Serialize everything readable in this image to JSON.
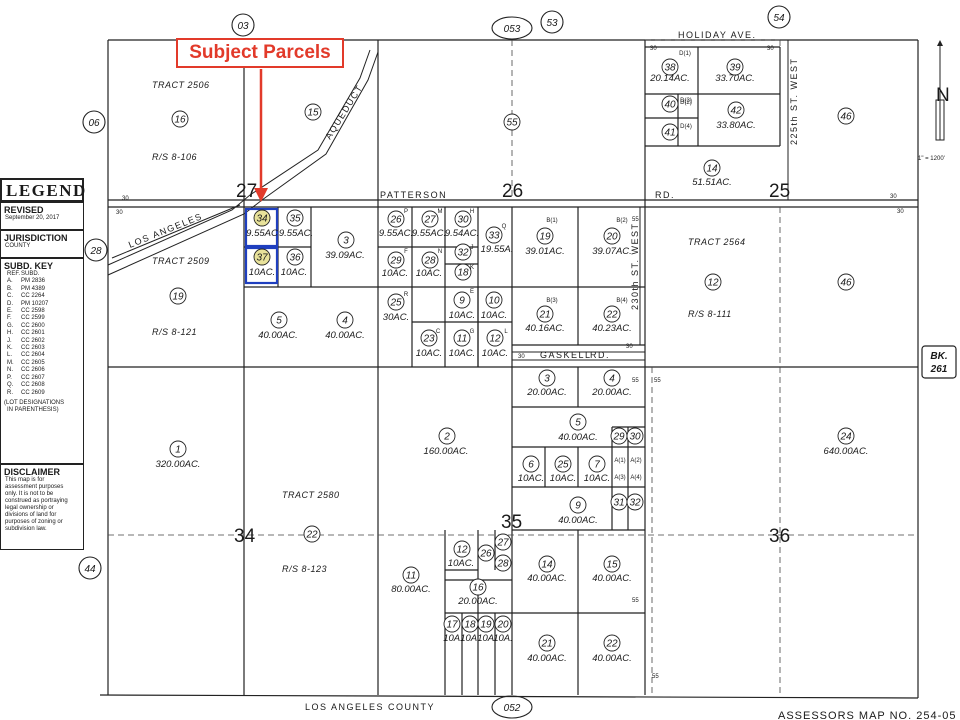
{
  "callout": "Subject Parcels",
  "legend": {
    "title": "LEGEND",
    "revised_label": "REVISED",
    "revised_date": "September 20, 2017",
    "jurisdiction_label": "JURISDICTION",
    "jurisdiction_value": "COUNTY",
    "subd_label": "SUBD. KEY",
    "ref_header": "REF.",
    "subd_header": "SUBD.",
    "keys": [
      {
        "k": "A.",
        "v": "PM 2836"
      },
      {
        "k": "B.",
        "v": "PM 4389"
      },
      {
        "k": "C.",
        "v": "CC 2264"
      },
      {
        "k": "D.",
        "v": "PM 10207"
      },
      {
        "k": "E.",
        "v": "CC 2598"
      },
      {
        "k": "F.",
        "v": "CC 2599"
      },
      {
        "k": "G.",
        "v": "CC 2600"
      },
      {
        "k": "H.",
        "v": "CC 2601"
      },
      {
        "k": "J.",
        "v": "CC 2602"
      },
      {
        "k": "K.",
        "v": "CC 2603"
      },
      {
        "k": "L.",
        "v": "CC 2604"
      },
      {
        "k": "M.",
        "v": "CC 2605"
      },
      {
        "k": "N.",
        "v": "CC 2606"
      },
      {
        "k": "P.",
        "v": "CC 2607"
      },
      {
        "k": "Q.",
        "v": "CC 2608"
      },
      {
        "k": "R.",
        "v": "CC 2609"
      }
    ],
    "lot_note_1": "(LOT DESIGNATIONS",
    "lot_note_2": "IN PARENTHESIS)",
    "disclaimer_label": "DISCLAIMER",
    "disclaimer_lines": [
      "This map is for",
      "assessment purposes",
      "only. It is not to be",
      "construed as portraying",
      "legal ownership or",
      "divisions of land for",
      "purposes of zoning or",
      "subdivision law."
    ]
  },
  "map": {
    "page_refs": {
      "top_left": "03",
      "top_mid": "053",
      "top_mid2": "53",
      "top_right": "54",
      "left_top": "06",
      "left_mid": "28",
      "left_bottom": "44",
      "bottom_mid": "052"
    },
    "bk": {
      "line1": "BK.",
      "line2": "261"
    },
    "sections": {
      "s27": "27",
      "s26": "26",
      "s25": "25",
      "s34": "34",
      "s35": "35",
      "s36": "36"
    },
    "roads": {
      "patterson": "PATTERSON",
      "rd": "RD.",
      "holiday": "HOLIDAY  AVE.",
      "gaskell": "GASKELL",
      "gaskell_rd": "RD.",
      "st225": "225th  ST.  WEST",
      "st230": "230th  ST.  WEST",
      "los_angeles": "LOS   ANGELES",
      "aqueduct": "AQUEDUCT"
    },
    "tracts": {
      "t2506": "TRACT  2506",
      "t2509": "TRACT  2509",
      "t2580": "TRACT  2580",
      "t2564": "TRACT  2564"
    },
    "rs": {
      "rs106": "R/S  8-106",
      "rs121": "R/S  8-121",
      "rs123": "R/S  8-123",
      "rs111": "R/S  8-111"
    },
    "county": "LOS   ANGELES          COUNTY",
    "assessor": "ASSESSORS  MAP  NO.  254-05",
    "scale": "1\" = 1200'",
    "north": "N",
    "dim30": "30",
    "dim55": "55",
    "parcels": {
      "p16": "16",
      "p15": "15",
      "p55": "55",
      "p46a": "46",
      "p46b": "46",
      "p19": "19",
      "p34": "34",
      "p35": "35",
      "p37": "37",
      "p36": "36",
      "p3": "3",
      "p5": "5",
      "p4": "4",
      "p26": "26",
      "p27": "27",
      "p30": "30",
      "p33": "33",
      "p29": "29",
      "p28": "28",
      "p32": "32",
      "p18": "18",
      "p25": "25",
      "p9": "9",
      "p10": "10",
      "p23": "23",
      "p11": "11",
      "p12": "12",
      "p19b": "19",
      "p20": "20",
      "p21": "21",
      "p22": "22",
      "p12b": "12",
      "p38": "38",
      "p39": "39",
      "p40": "40",
      "p41": "41",
      "p42": "42",
      "p14": "14",
      "p1": "1",
      "p2": "2",
      "p22b": "22",
      "p11b": "11",
      "p12c": "12",
      "p26b": "26",
      "p27b": "27",
      "p28b": "28",
      "p16b": "16",
      "p17": "17",
      "p18b": "18",
      "p19c": "19",
      "p20b": "20",
      "p14b": "14",
      "p15b": "15",
      "p21b": "21",
      "p22c": "22",
      "p3b": "3",
      "p4b": "4",
      "p5b": "5",
      "p6": "6",
      "p25b": "25",
      "p7": "7",
      "p29b": "29",
      "p30b": "30",
      "p9b": "9",
      "p31": "31",
      "p32b": "32",
      "p24": "24"
    },
    "acres": {
      "a34": "9.55AC",
      "a35": "9.55AC.",
      "a37": "10AC.",
      "a36": "10AC.",
      "a3": "39.09AC.",
      "a5": "40.00AC.",
      "a4": "40.00AC.",
      "a26": "9.55AC.",
      "a27": "9.55AC.",
      "a30": "9.54AC.",
      "a33": "19.55A.",
      "a29": "10AC.",
      "a28": "10AC.",
      "a25": "30AC.",
      "a9": "10AC.",
      "a10": "10AC.",
      "a23": "10AC.",
      "a11": "10AC.",
      "a12": "10AC.",
      "a19": "39.01AC.",
      "a20": "39.07AC.",
      "a21": "40.16AC.",
      "a22": "40.23AC.",
      "a38": "20.14AC.",
      "a39": "33.70AC.",
      "a42": "33.80AC.",
      "a14": "51.51AC.",
      "a1": "320.00AC.",
      "a2": "160.00AC.",
      "a11b": "80.00AC.",
      "a12b": "10AC.",
      "a16b": "20.00AC.",
      "a14b": "40.00AC.",
      "a15b": "40.00AC.",
      "a21b": "40.00AC.",
      "a22c": "40.00AC.",
      "a3b": "20.00AC.",
      "a4b": "20.00AC.",
      "a5b": "40.00AC.",
      "a6": "10AC.",
      "a25b": "10AC.",
      "a7": "10AC.",
      "a9b": "40.00AC.",
      "a24": "640.00AC.",
      "a17": "10A.",
      "a18": "10A.",
      "a19c": "10A.",
      "a20b": "10A."
    },
    "subs": {
      "P": "P",
      "M": "M",
      "H": "H",
      "Q": "Q",
      "F": "F",
      "N": "N",
      "J": "J",
      "K": "K",
      "R": "R",
      "E": "E",
      "C": "C",
      "G": "G",
      "L": "L",
      "B1": "B(1)",
      "B2": "B(2)",
      "B3": "B(3)",
      "B4": "B(4)",
      "D1": "D(1)",
      "D2": "D(2)",
      "D3": "D(3)",
      "D4": "D(4)",
      "A1": "A(1)",
      "A2": "A(2)",
      "A3": "A(3)",
      "A4": "A(4)"
    }
  },
  "colors": {
    "callout": "#e23a2a",
    "subject_box": "#1f3fbf",
    "highlight": "#e8e29a",
    "line": "#222222"
  }
}
